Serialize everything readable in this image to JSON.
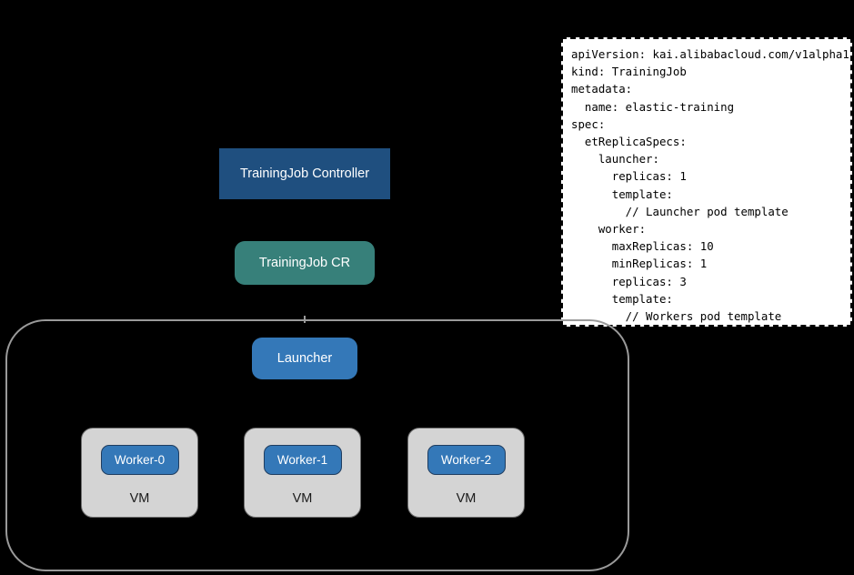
{
  "background_color": "#000000",
  "colors": {
    "controller_fill": "#1f4f7f",
    "cr_fill": "#37807a",
    "launcher_fill": "#3478b8",
    "worker_fill": "#3478b8",
    "worker_border": "#1f3d60",
    "vm_fill": "#d4d4d4",
    "vm_border": "#6e6e6e",
    "cluster_border": "#9a9a9a",
    "panel_background": "#ffffff",
    "panel_border": "#000000",
    "box_text": "#ffffff",
    "vm_text": "#1a1a1a",
    "code_text": "#000000"
  },
  "yaml_panel": {
    "name": "trainingjob-yaml-spec",
    "lines": [
      "apiVersion: kai.alibabacloud.com/v1alpha1",
      "kind: TrainingJob",
      "metadata:",
      "  name: elastic-training",
      "spec:",
      "  etReplicaSpecs:",
      "    launcher:",
      "      replicas: 1",
      "      template:",
      "        // Launcher pod template",
      "    worker:",
      "      maxReplicas: 10",
      "      minReplicas: 1",
      "      replicas: 3",
      "      template:",
      "        // Workers pod template"
    ]
  },
  "controller": {
    "label": "TrainingJob Controller"
  },
  "custom_resource": {
    "label": "TrainingJob CR"
  },
  "cluster": {
    "launcher": {
      "label": "Launcher"
    },
    "vm_nodes": [
      {
        "worker_label": "Worker-0",
        "vm_label": "VM"
      },
      {
        "worker_label": "Worker-1",
        "vm_label": "VM"
      },
      {
        "worker_label": "Worker-2",
        "vm_label": "VM"
      }
    ]
  }
}
